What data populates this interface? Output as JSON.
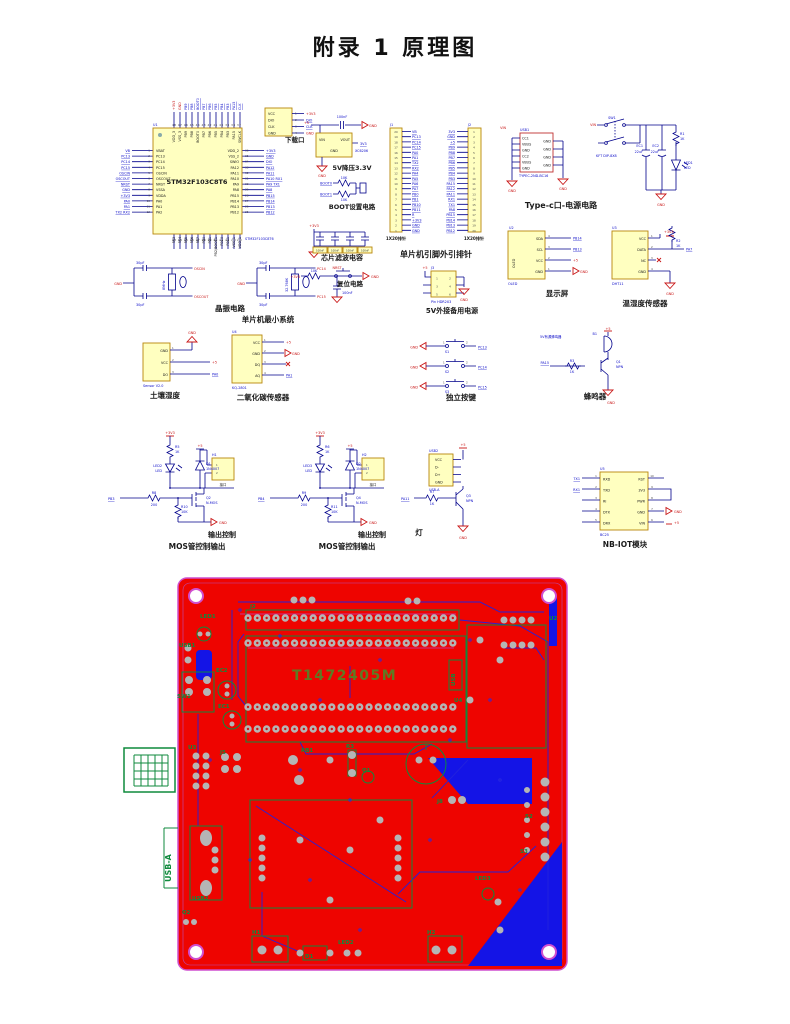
{
  "title": "附录 1 原理图",
  "palette": {
    "board_red": "#ee0400",
    "copper_blue": "#1414e6",
    "silk_green": "#0f8a3c",
    "pad_gray": "#b5b5b5",
    "wire_blue": "#00008b",
    "net_blue": "#0a0ac8",
    "power_red": "#c81414",
    "part_fill": "#ffffc0",
    "part_border": "#b8860b"
  },
  "mcu": {
    "ref": "U1",
    "name": "STM32F103C8T6",
    "sub": "STM32F103C8T6",
    "left_pins": [
      "VBAT",
      "PC13",
      "PC14",
      "PC15",
      "OSCIN",
      "OSCOUT",
      "NRST",
      "VSSA",
      "VDDA",
      "PA0",
      "PA1",
      "PA2"
    ],
    "left_nums": [
      "1",
      "2",
      "3",
      "4",
      "5",
      "6",
      "7",
      "8",
      "9",
      "10",
      "11",
      "12"
    ],
    "left_nets": [
      "VB",
      "PC13",
      "PC14",
      "PC15",
      "OSCIN",
      "OSCOUT",
      "NRST",
      "GND",
      "+3V3",
      "PA0",
      "PA1",
      "TX2 RX2"
    ],
    "right_pins": [
      "VDD_2",
      "VSS_2",
      "SWIO",
      "PA12",
      "PA11",
      "PA10",
      "PA9",
      "PA8",
      "PB15",
      "PB14",
      "PB13",
      "PB12"
    ],
    "right_nums": [
      "36",
      "35",
      "34",
      "33",
      "32",
      "31",
      "30",
      "29",
      "28",
      "27",
      "26",
      "25"
    ],
    "right_nets": [
      "+3V3",
      "GND",
      "DIO",
      "PA12",
      "PA11",
      "PA10 RX1",
      "PA9 TX1",
      "PA8",
      "PB15",
      "PB14",
      "PB13",
      "PB12"
    ],
    "top_pins": [
      "VDD_3",
      "VSS_3",
      "PB9",
      "PB8",
      "BOOT0",
      "PB7",
      "PB6",
      "PB5",
      "PB4",
      "PB3",
      "PA15",
      "SWCLK"
    ],
    "top_nets": [
      "+3V3",
      "GND",
      "PB9",
      "PB8",
      "BOOT0",
      "PB7",
      "PB6",
      "PB5",
      "PB4",
      "PB3",
      "PA15",
      "CLK"
    ],
    "top_nums": [
      "48",
      "47",
      "46",
      "45",
      "44",
      "43",
      "42",
      "41",
      "40",
      "39",
      "38",
      "37"
    ],
    "bottom_pins": [
      "PA3",
      "PA4",
      "PA5",
      "PA6",
      "PA7",
      "PB0",
      "PB1",
      "PB2/BOOT1",
      "PB10",
      "PB11",
      "VSS_1",
      "VDD_1"
    ],
    "bottom_nums": [
      "13",
      "14",
      "15",
      "16",
      "17",
      "18",
      "19",
      "20",
      "21",
      "22",
      "23",
      "24"
    ]
  },
  "download": {
    "pins": [
      "VCC",
      "DIO",
      "CLK",
      "GND"
    ],
    "nums": [
      "1",
      "2",
      "3",
      "4"
    ],
    "net0": "+3V3",
    "net1": "DIO",
    "net2": "CLK",
    "net3": "GND",
    "caption": "下载口"
  },
  "regulator": {
    "vin": "+5",
    "cap": "100nF",
    "gnd_top": "GND",
    "chip": "XC6206",
    "pin_vin": "VIN",
    "pin_gnd": "GND",
    "pin_vout": "VOUT",
    "out": "3V3",
    "gnd": "GND",
    "caption": "5V降压3.3V"
  },
  "boot": {
    "b0": "BOOT0",
    "b1": "BOOT1",
    "r0": "10K",
    "r1": "10K",
    "caption": "BOOT设置电路"
  },
  "header_left": {
    "ref": "J1",
    "caption": "1X20排针",
    "nums": [
      "20",
      "19",
      "18",
      "17",
      "16",
      "15",
      "14",
      "13",
      "12",
      "11",
      "10",
      "9",
      "8",
      "7",
      "6",
      "5",
      "4",
      "3",
      "2",
      "1"
    ],
    "nets": [
      "VB",
      "PC13",
      "PC14",
      "PC15",
      "PA0",
      "PA1",
      "TX2",
      "RX2",
      "PA4",
      "PA5",
      "PA6",
      "PA7",
      "PB0",
      "PB1",
      "PB10",
      "PB11",
      "R",
      "+3V3",
      "GND",
      "GND"
    ]
  },
  "header_right": {
    "ref": "J2",
    "caption": "1X20排针",
    "nums": [
      "1",
      "2",
      "3",
      "4",
      "5",
      "6",
      "7",
      "8",
      "9",
      "10",
      "11",
      "12",
      "13",
      "14",
      "15",
      "16",
      "17",
      "18",
      "19",
      "20"
    ],
    "nets": [
      "3V3",
      "GND",
      "+5",
      "PB9",
      "PB8",
      "PB7",
      "PB6",
      "PB5",
      "PB4",
      "PB3",
      "PA15",
      "PA12",
      "PA11",
      "RX1",
      "TX1",
      "PA8",
      "PB15",
      "PB14",
      "PB13",
      "PB12"
    ]
  },
  "headers_caption": "单片机引脚外引排针",
  "typec": {
    "ref": "USB1",
    "part": "TYPEC-2ND-BC16",
    "vin": "VIN",
    "left_pins": [
      "CC1",
      "VBUS",
      "GND",
      "CC2",
      "VBUS",
      "GND"
    ],
    "right_pins": [
      "GND",
      "GND",
      "GND",
      "GND"
    ],
    "gnd_l": "GND",
    "gnd_r": "GND",
    "caption": "Type-c口-电源电路"
  },
  "power_sw": {
    "vin": "VIN",
    "ref": "SW1",
    "part": "KFT DIP-8X8",
    "c1_ref": "EC1",
    "c1_val": "22uF",
    "c2_ref": "EC2",
    "c2_val": "22uF",
    "r_ref": "R1",
    "r_val": "1K",
    "led_ref": "LED1",
    "led_val": "LED",
    "gnd": "GND"
  },
  "xtal8": {
    "gnd": "GND",
    "c1": "30pF",
    "c2": "30pF",
    "freq": "8MHz",
    "in": "OSCIN",
    "out": "OSCOUT",
    "caption": "晶振电路"
  },
  "xtal32": {
    "gnd": "GND",
    "c1": "30pF",
    "c2": "30pF",
    "freq": "32.768K",
    "in": "PC14",
    "out": "PC15",
    "caption": "单片机最小系统"
  },
  "filter": {
    "v": "+3V3",
    "caps": [
      "100nF",
      "100nF",
      "100nF",
      "100nF"
    ],
    "caption": "芯片滤波电容"
  },
  "reset": {
    "v": "+3V3",
    "r": "10K",
    "net": "NRST",
    "gnd": "GND",
    "cap": "100nF",
    "caption": "复位电路"
  },
  "backup": {
    "v": "+5",
    "ref": "J3",
    "part": "Pin HDR2X3",
    "nums_l": [
      "1",
      "3",
      "5"
    ],
    "nums_r": [
      "2",
      "4",
      "6"
    ],
    "gnd": "GND",
    "caption": "5V外接备用电源"
  },
  "oled": {
    "ref": "U2",
    "rot": "OLED",
    "pins": [
      "SDA",
      "SCL",
      "VCC",
      "GND"
    ],
    "nums": [
      "4",
      "3",
      "2",
      "1"
    ],
    "net0": "PB14",
    "net1": "PB13",
    "net2": "+5",
    "net3": "GND",
    "part": "OLED",
    "caption": "显示屏"
  },
  "dht": {
    "ref": "U3",
    "part": "DHT11",
    "pins": [
      "VCC",
      "DATA",
      "NC",
      "GND"
    ],
    "nums": [
      "1",
      "2",
      "3",
      "4"
    ],
    "v": "+3V3",
    "r_ref": "R2",
    "r_val": "1K",
    "data_net": "PA7",
    "gnd": "GND",
    "caption": "温湿度传感器"
  },
  "soil": {
    "part": "Sensor V2.0",
    "pins": [
      "GND",
      "VCC",
      "DO"
    ],
    "nums": [
      "1",
      "2",
      "3"
    ],
    "gnd": "GND",
    "v": "+5",
    "net": "PA0",
    "caption": "土壤湿度"
  },
  "co2": {
    "ref": "U4",
    "part": "KQ-2801",
    "pins": [
      "VCC",
      "GND",
      "DQ",
      "AQ"
    ],
    "nums": [
      "1",
      "2",
      "3",
      "4"
    ],
    "v": "+5",
    "gnd": "GND",
    "net": "PA1",
    "caption": "二氧化碳传感器"
  },
  "keys": {
    "gnd": "GND",
    "pin1": "1",
    "pin2": "2",
    "rows": [
      {
        "ref": "S1",
        "net": "PC13"
      },
      {
        "ref": "S2",
        "net": "PC14"
      },
      {
        "ref": "S3",
        "net": "PC15"
      }
    ],
    "caption": "独立按键"
  },
  "buzzer": {
    "ref": "B1",
    "label": "5V有源蜂鸣器",
    "v": "+5",
    "q_ref": "Q1",
    "q_type": "NPN",
    "r_ref": "R3",
    "r_val": "1K",
    "net": "PA15",
    "gnd": "GND",
    "caption": "蜂鸣器"
  },
  "mos1": {
    "v": "+3V3",
    "r_top_ref": "R5",
    "r_top_val": "1K",
    "led_ref": "LED2",
    "led_val": "LED",
    "v5": "+5",
    "d_ref": "D1",
    "d_val": "1N4007",
    "h_ref": "H1",
    "h_label": "接口",
    "h_n1": "1",
    "h_n2": "2",
    "net": "PB3",
    "r_ref": "R8",
    "r_val": "200",
    "q_ref": "Q2",
    "q_type": "N-MOS",
    "r2_ref": "R10",
    "r2_val": "10K",
    "gnd": "GND",
    "cap1": "输出控制",
    "cap2": "MOS管控制输出"
  },
  "mos2": {
    "v": "+3V3",
    "r_top_ref": "R6",
    "r_top_val": "1K",
    "led_ref": "LED3",
    "led_val": "LED",
    "v5": "+5",
    "d_ref": "D2",
    "d_val": "1N4007",
    "h_ref": "H2",
    "h_label": "接口",
    "h_n1": "1",
    "h_n2": "2",
    "net": "PB4",
    "r_ref": "R9",
    "r_val": "200",
    "q_ref": "Q4",
    "q_type": "N-MOS",
    "r2_ref": "R11",
    "r2_val": "10K",
    "gnd": "GND",
    "cap1": "输出控制",
    "cap2": "MOS管控制输出"
  },
  "lamp": {
    "ref": "USB2",
    "pins": [
      "VCC",
      "D-",
      "D+",
      "GND"
    ],
    "part": "USB-A",
    "v": "+5",
    "net": "PA11",
    "r_ref": "R7",
    "r_val": "1K",
    "q_ref": "Q3",
    "q_type": "NPN",
    "gnd": "GND",
    "caption": "灯"
  },
  "nbiot": {
    "ref": "U5",
    "part": "BC25",
    "left_pins": [
      "RXD",
      "TXD",
      "RI",
      "DTX",
      "DRX"
    ],
    "left_nums": [
      "1",
      "2",
      "3",
      "4",
      "5"
    ],
    "net_tx": "TX1",
    "net_rx": "RX1",
    "right_pins": [
      "RST",
      "3V3",
      "PWR",
      "GND",
      "VIN"
    ],
    "right_nums": [
      "10",
      "9",
      "8",
      "7",
      "6"
    ],
    "gnd": "GND",
    "v": "+5",
    "caption": "NB-IOT模块"
  },
  "pcb": {
    "board_text": "T1472405M",
    "usb_a": "USB-A",
    "labels": [
      "J2",
      "U2",
      "LED1",
      "USB1",
      "EC2",
      "EC1",
      "SW1",
      "U3",
      "J5",
      "RB1",
      "R3",
      "Q1",
      "U4",
      "J8",
      "S2",
      "S3",
      "LED3",
      "USB2",
      "Q2",
      "H1",
      "H2",
      "D1",
      "LED2",
      "USB"
    ]
  }
}
